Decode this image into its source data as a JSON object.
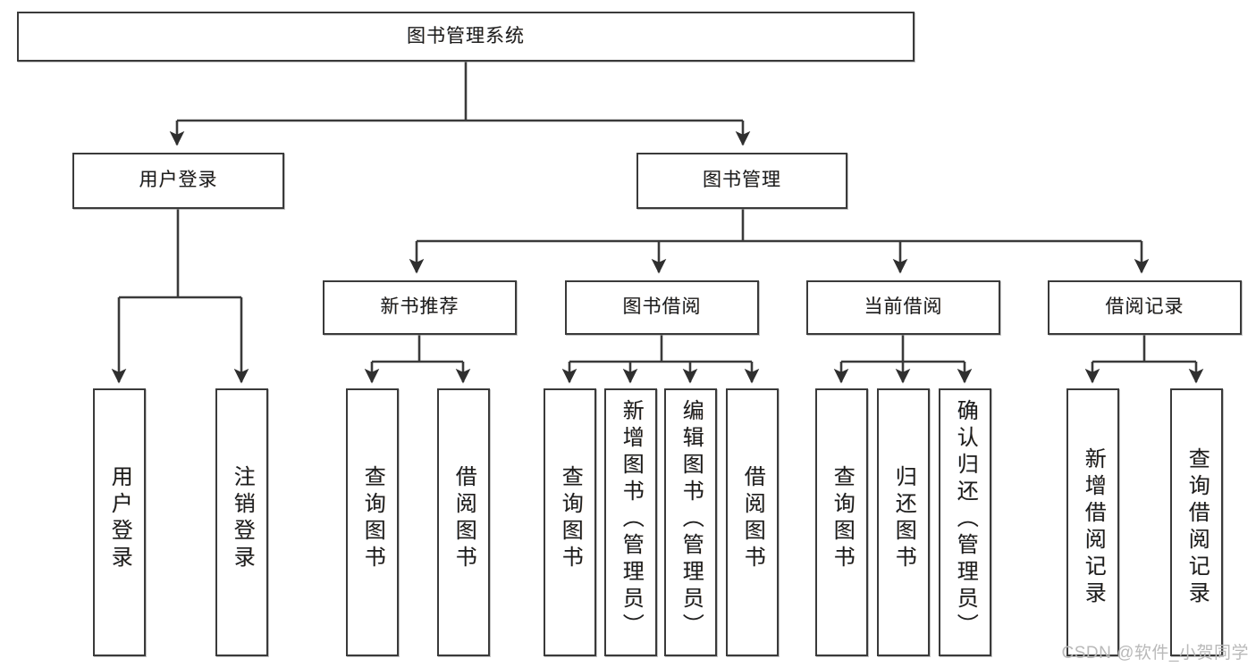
{
  "diagram": {
    "title": "图书管理系统",
    "type": "tree",
    "watermark": "CSDN @软件_小贺同学",
    "colors": {
      "stroke": "#3a3a3a",
      "fill": "#ffffff",
      "text": "#1d1d1d",
      "watermark": "#b9b9b9"
    },
    "nodes": {
      "root": {
        "label": "图书管理系统"
      },
      "level2": [
        {
          "id": "user-login",
          "label": "用户登录"
        },
        {
          "id": "book-manage",
          "label": "图书管理"
        }
      ],
      "level3": [
        {
          "id": "new-book-recommend",
          "label": "新书推荐"
        },
        {
          "id": "book-borrow",
          "label": "图书借阅"
        },
        {
          "id": "current-borrow",
          "label": "当前借阅"
        },
        {
          "id": "borrow-record",
          "label": "借阅记录"
        }
      ],
      "leaves": {
        "user-login": [
          {
            "id": "leaf-user-login",
            "label": "用户登录"
          },
          {
            "id": "leaf-user-logout",
            "label": "注销登录"
          }
        ],
        "new-book-recommend": [
          {
            "id": "leaf-query-book-1",
            "label": "查询图书"
          },
          {
            "id": "leaf-borrow-book-1",
            "label": "借阅图书"
          }
        ],
        "book-borrow": [
          {
            "id": "leaf-query-book-2",
            "label": "查询图书"
          },
          {
            "id": "leaf-add-book",
            "label": "新增图书（管理员）"
          },
          {
            "id": "leaf-edit-book",
            "label": "编辑图书（管理员）"
          },
          {
            "id": "leaf-borrow-book-2",
            "label": "借阅图书"
          }
        ],
        "current-borrow": [
          {
            "id": "leaf-query-book-3",
            "label": "查询图书"
          },
          {
            "id": "leaf-return-book",
            "label": "归还图书"
          },
          {
            "id": "leaf-confirm-return",
            "label": "确认归还（管理员）"
          }
        ],
        "borrow-record": [
          {
            "id": "leaf-add-record",
            "label": "新增借阅记录"
          },
          {
            "id": "leaf-query-record",
            "label": "查询借阅记录"
          }
        ]
      }
    }
  }
}
